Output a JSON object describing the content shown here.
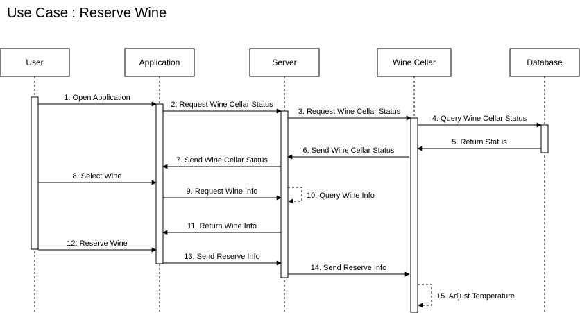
{
  "title": "Use Case : Reserve Wine",
  "participants": [
    {
      "id": "user",
      "label": "User"
    },
    {
      "id": "application",
      "label": "Application"
    },
    {
      "id": "server",
      "label": "Server"
    },
    {
      "id": "wine-cellar",
      "label": "Wine Cellar"
    },
    {
      "id": "database",
      "label": "Database"
    }
  ],
  "messages": [
    {
      "label": "1. Open Application",
      "from": "user",
      "to": "application",
      "kind": "call"
    },
    {
      "label": "2. Request Wine Cellar Status",
      "from": "application",
      "to": "server",
      "kind": "call"
    },
    {
      "label": "3. Request Wine Cellar Status",
      "from": "server",
      "to": "wine-cellar",
      "kind": "call"
    },
    {
      "label": "4. Query Wine Cellar Status",
      "from": "wine-cellar",
      "to": "database",
      "kind": "call"
    },
    {
      "label": "5. Return Status",
      "from": "database",
      "to": "wine-cellar",
      "kind": "return"
    },
    {
      "label": "6. Send Wine Cellar Status",
      "from": "wine-cellar",
      "to": "server",
      "kind": "return"
    },
    {
      "label": "7. Send Wine Cellar Status",
      "from": "server",
      "to": "application",
      "kind": "return"
    },
    {
      "label": "8. Select Wine",
      "from": "user",
      "to": "application",
      "kind": "call"
    },
    {
      "label": "9. Request Wine Info",
      "from": "application",
      "to": "server",
      "kind": "call"
    },
    {
      "label": "10. Query Wine Info",
      "from": "server",
      "to": "server",
      "kind": "self"
    },
    {
      "label": "11. Return Wine Info",
      "from": "server",
      "to": "application",
      "kind": "return"
    },
    {
      "label": "12. Reserve Wine",
      "from": "user",
      "to": "application",
      "kind": "call"
    },
    {
      "label": "13. Send Reserve Info",
      "from": "application",
      "to": "server",
      "kind": "call"
    },
    {
      "label": "14. Send Reserve Info",
      "from": "server",
      "to": "wine-cellar",
      "kind": "call"
    },
    {
      "label": "15. Adjust Temperature",
      "from": "wine-cellar",
      "to": "wine-cellar",
      "kind": "self"
    }
  ]
}
